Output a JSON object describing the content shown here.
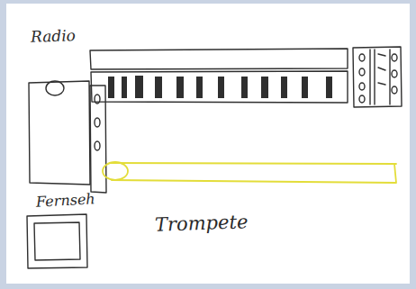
{
  "diagram": {
    "labels": [
      "Radio",
      "Fernseh",
      "Trompete"
    ]
  }
}
